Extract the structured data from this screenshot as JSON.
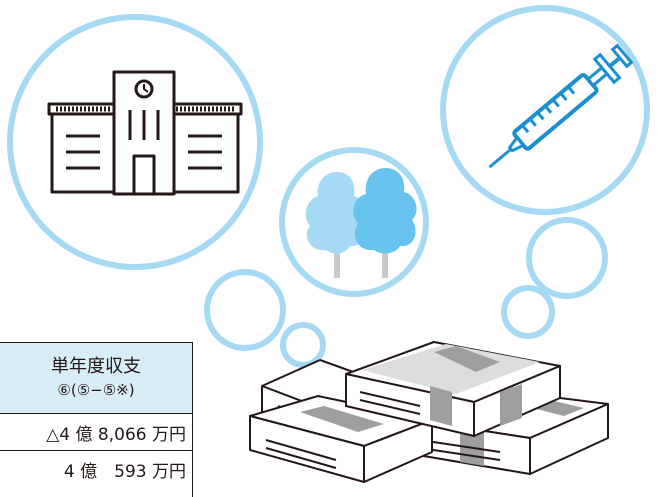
{
  "table": {
    "header_line1": "単年度収支",
    "header_line2": "⑥(⑤−⑤※)",
    "rows": [
      {
        "value": "△4 億 8,066 万円"
      },
      {
        "value": "4 億　593 万円"
      }
    ]
  },
  "clock_icon_label": "clock-icon",
  "colors": {
    "bubble_outline": "#a6d9f3",
    "tree_light": "#a6d9f3",
    "tree_dark": "#68c4ef",
    "syringe": "#1c8fd0",
    "line_art": "#231815",
    "money_band": "#9e9e9f",
    "header_fill": "#d7eef9"
  }
}
